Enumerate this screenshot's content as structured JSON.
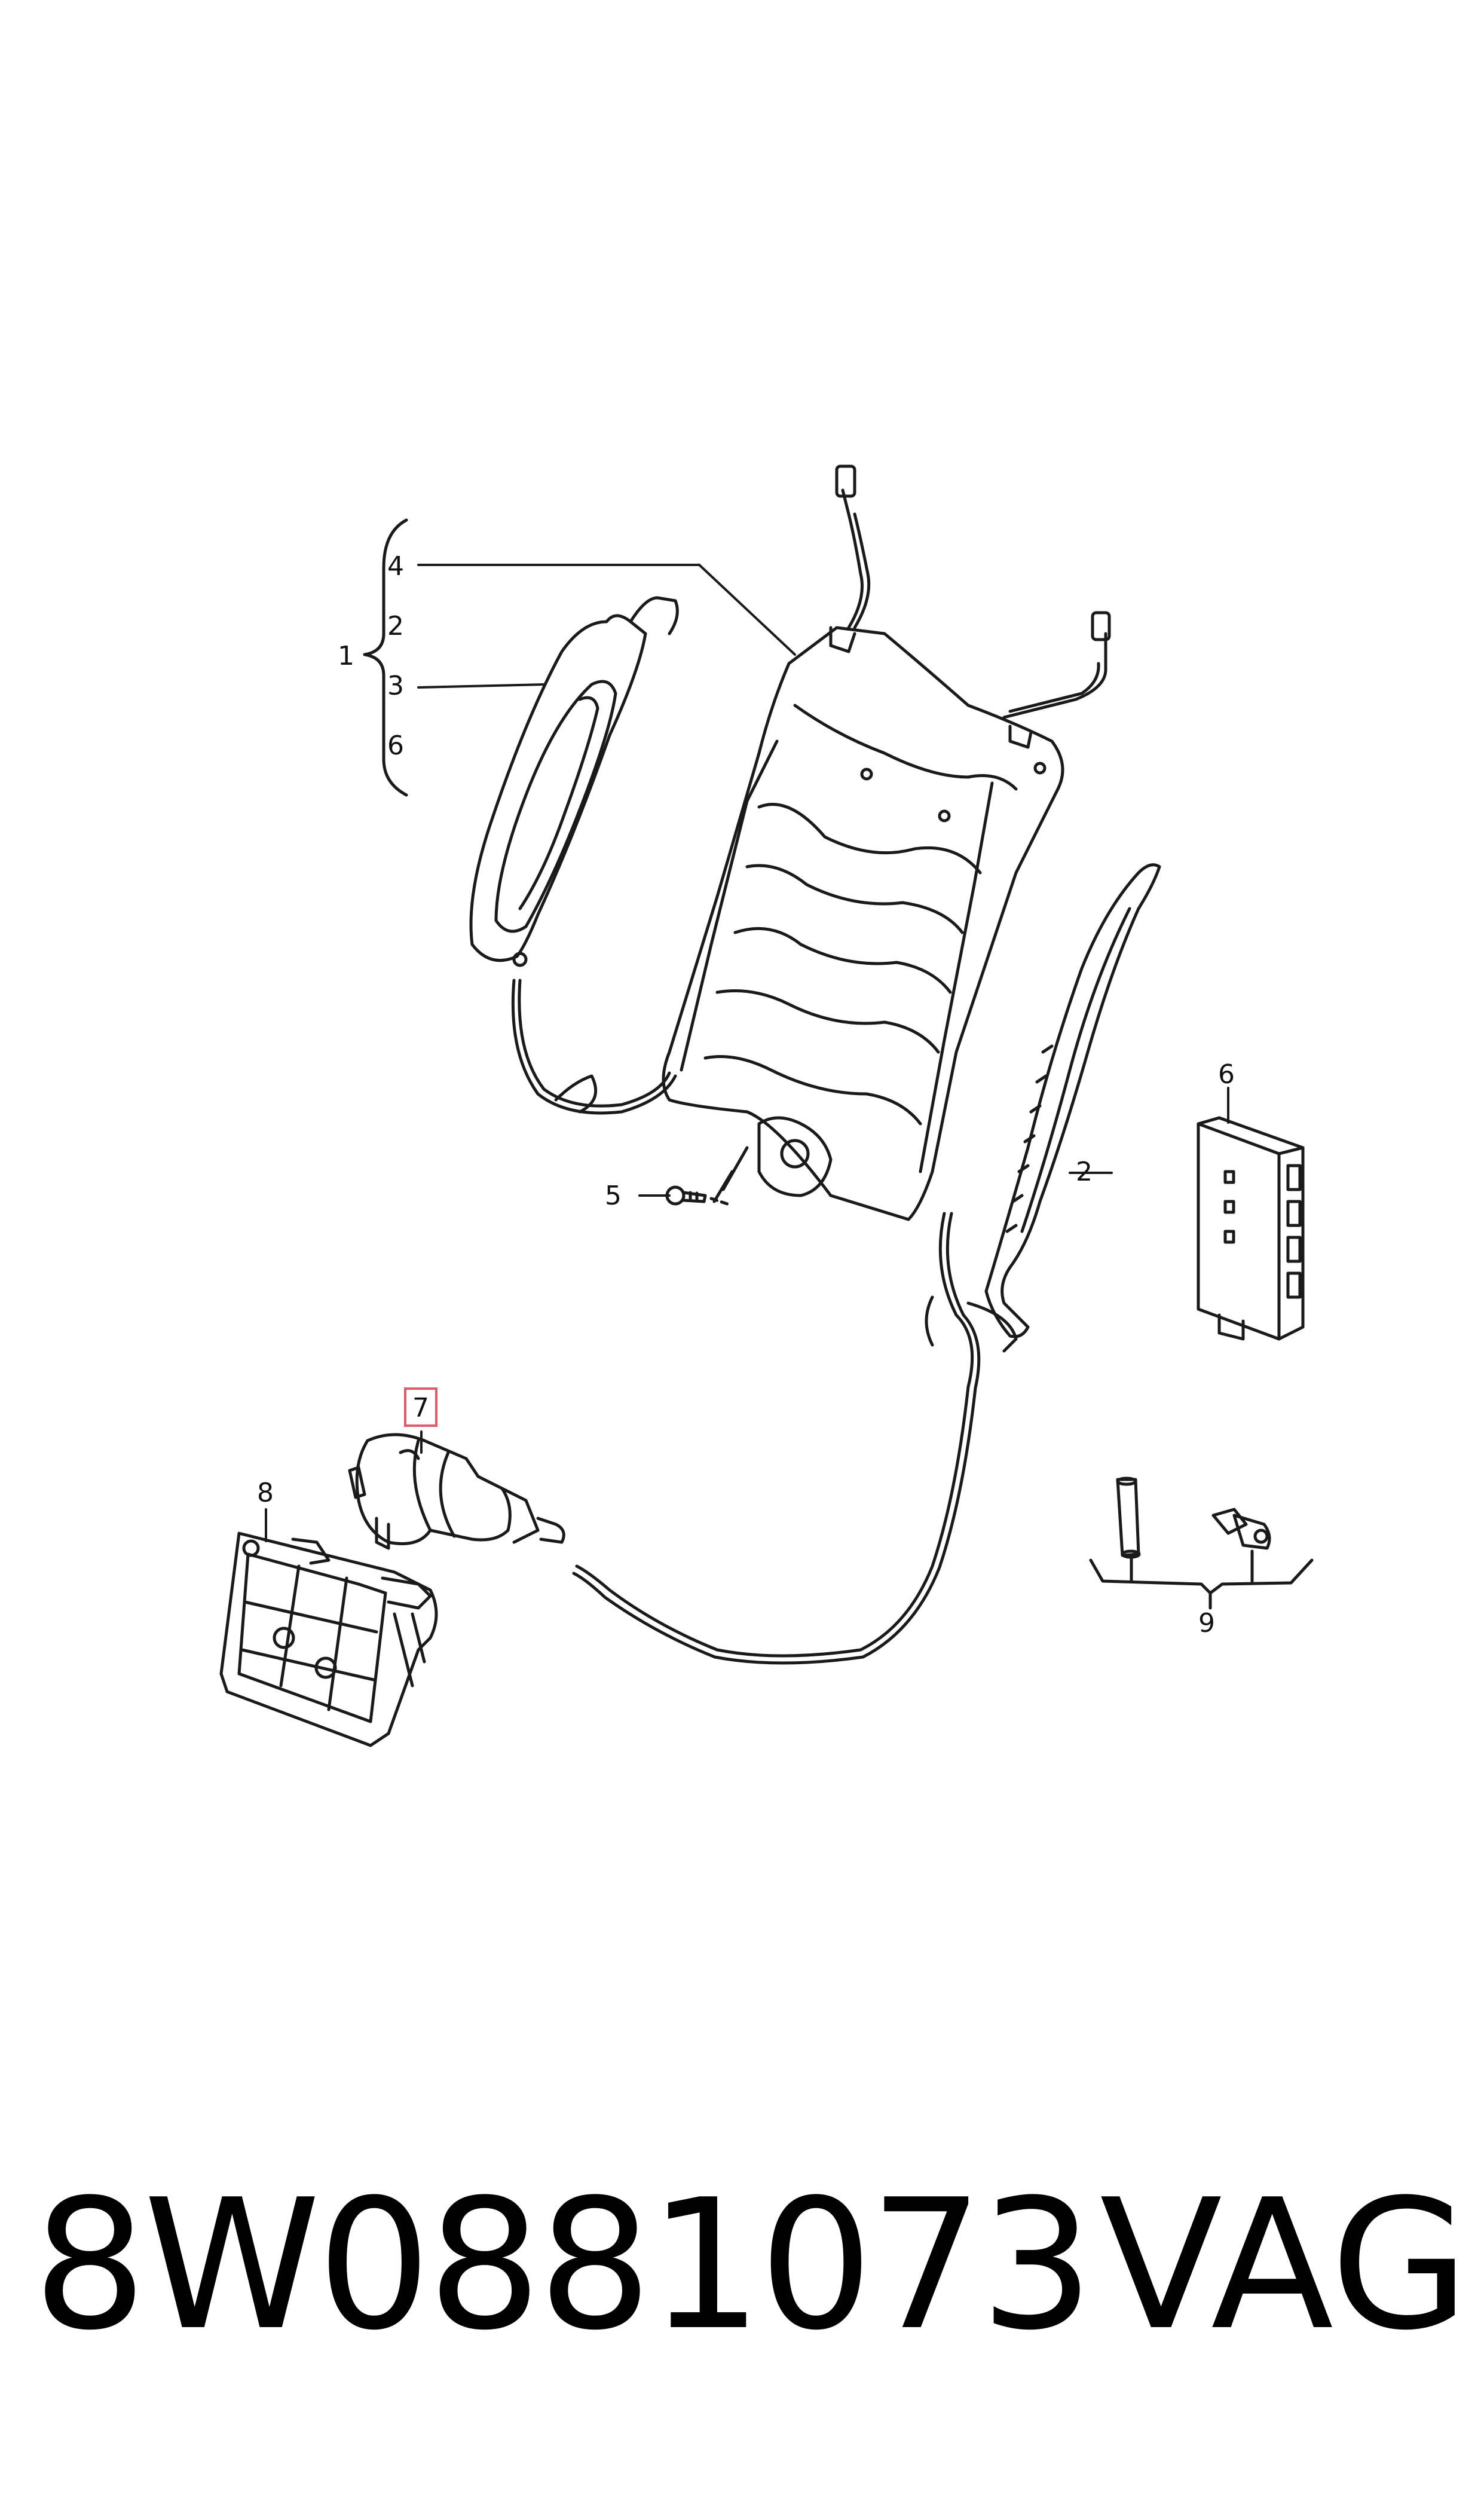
{
  "diagram": {
    "callouts": {
      "c1": "1",
      "c2a": "2",
      "c2b": "2",
      "c3": "3",
      "c4": "4",
      "c5": "5",
      "c6a": "6",
      "c6b": "6",
      "c7": "7",
      "c8": "8",
      "c9": "9"
    },
    "highlight_color": "#e05a6a",
    "line_color": "#1a1a1a"
  },
  "footer": {
    "part_number": "8W0881073",
    "brand": "VAG"
  }
}
